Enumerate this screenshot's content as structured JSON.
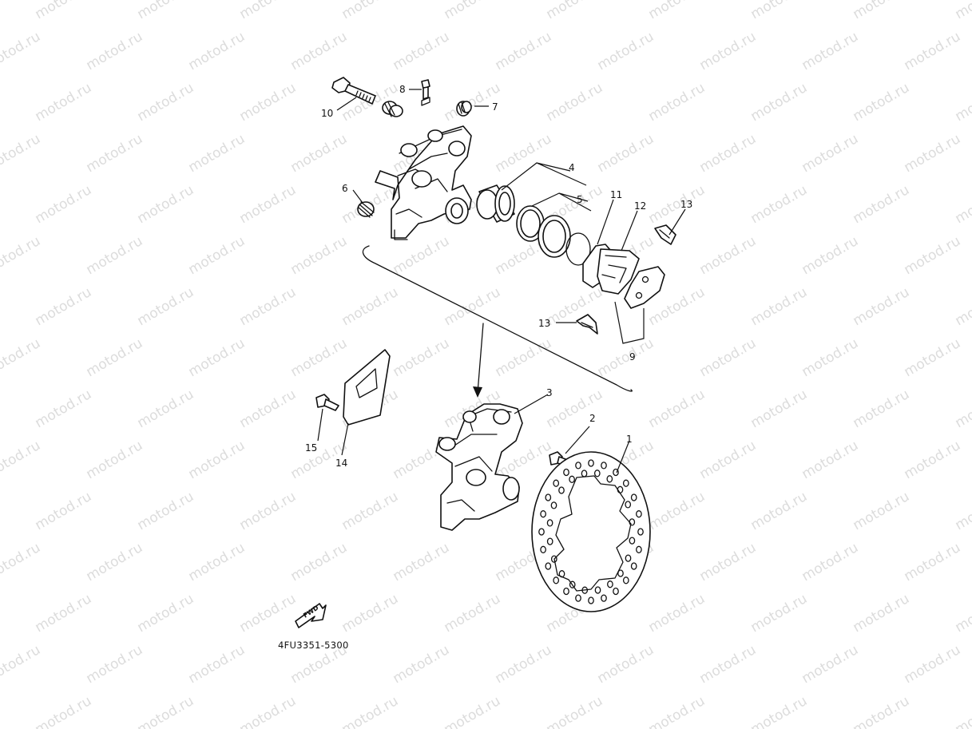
{
  "watermark": "motod.ru",
  "figure_code": "4FU3351-5300",
  "fwd_label": "FWD",
  "callouts": {
    "c1": "1",
    "c2": "2",
    "c3": "3",
    "c4": "4",
    "c5": "5",
    "c6": "6",
    "c7": "7",
    "c8": "8",
    "c9": "9",
    "c10": "10",
    "c11": "11",
    "c12": "12",
    "c13a": "13",
    "c13b": "13",
    "c14": "14",
    "c15": "15"
  },
  "colors": {
    "line": "#111111",
    "background": "#ffffff",
    "watermark": "#dcdcdc"
  }
}
